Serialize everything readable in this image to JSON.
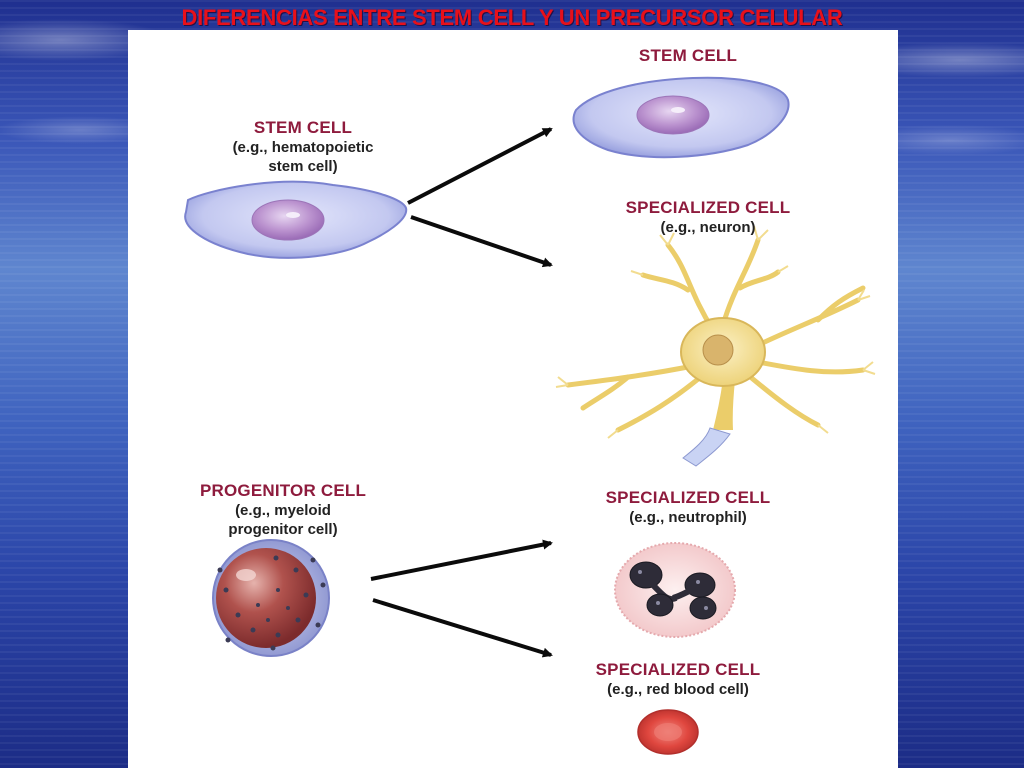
{
  "slide": {
    "title": "DIFERENCIAS ENTRE  STEM CELL Y UN PRECURSOR CELULAR"
  },
  "diagram": {
    "source_stem": {
      "title": "STEM CELL",
      "line1": "(e.g., hematopoietic",
      "line2": "stem cell)"
    },
    "result_stem": {
      "title": "STEM CELL"
    },
    "result_neuron": {
      "title": "SPECIALIZED CELL",
      "line1": "(e.g., neuron)"
    },
    "source_progenitor": {
      "title": "PROGENITOR CELL",
      "line1": "(e.g., myeloid",
      "line2": "progenitor cell)"
    },
    "result_neutrophil": {
      "title": "SPECIALIZED CELL",
      "line1": "(e.g., neutrophil)"
    },
    "result_rbc": {
      "title": "SPECIALIZED CELL",
      "line1": "(e.g., red blood cell)"
    }
  },
  "colors": {
    "title_red": "#e8101a",
    "label_maroon": "#8e1b3d",
    "stem_cell_fill": "#c8cdf0",
    "nucleus_fill": "#b98ac9",
    "neuron_fill": "#f3dc86",
    "rbc_fill": "#e0473f"
  }
}
